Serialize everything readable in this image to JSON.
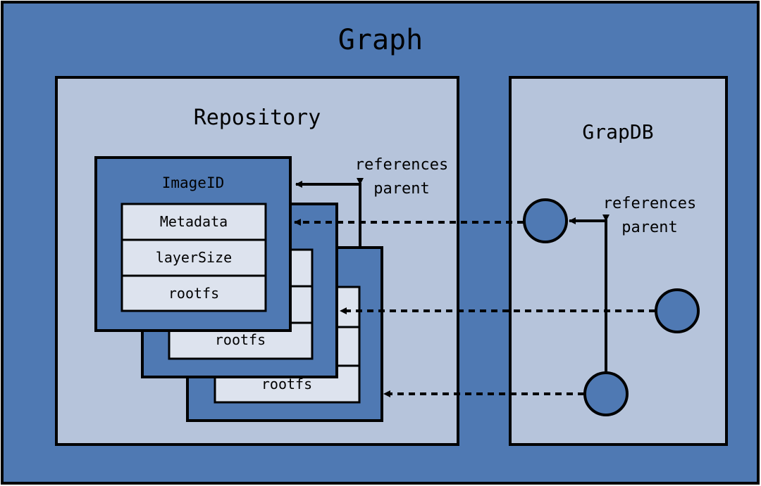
{
  "graph": {
    "title": "Graph"
  },
  "repository": {
    "title": "Repository",
    "image_card": {
      "header": "ImageID",
      "fields": [
        "Metadata",
        "layerSize",
        "rootfs"
      ]
    },
    "stacked_layer_labels": [
      "rootfs",
      "rootfs"
    ],
    "parent_reference_label": [
      "references",
      "parent"
    ]
  },
  "graphdb": {
    "title": "GrapDB",
    "parent_reference_label": [
      "references",
      "parent"
    ]
  },
  "colors": {
    "outer_background": "#4f79b3",
    "panel_background": "#b6c4db",
    "card_background": "#4f79b3",
    "field_background": "#dde3ee",
    "node_fill": "#4f79b3",
    "stroke": "#000000"
  }
}
